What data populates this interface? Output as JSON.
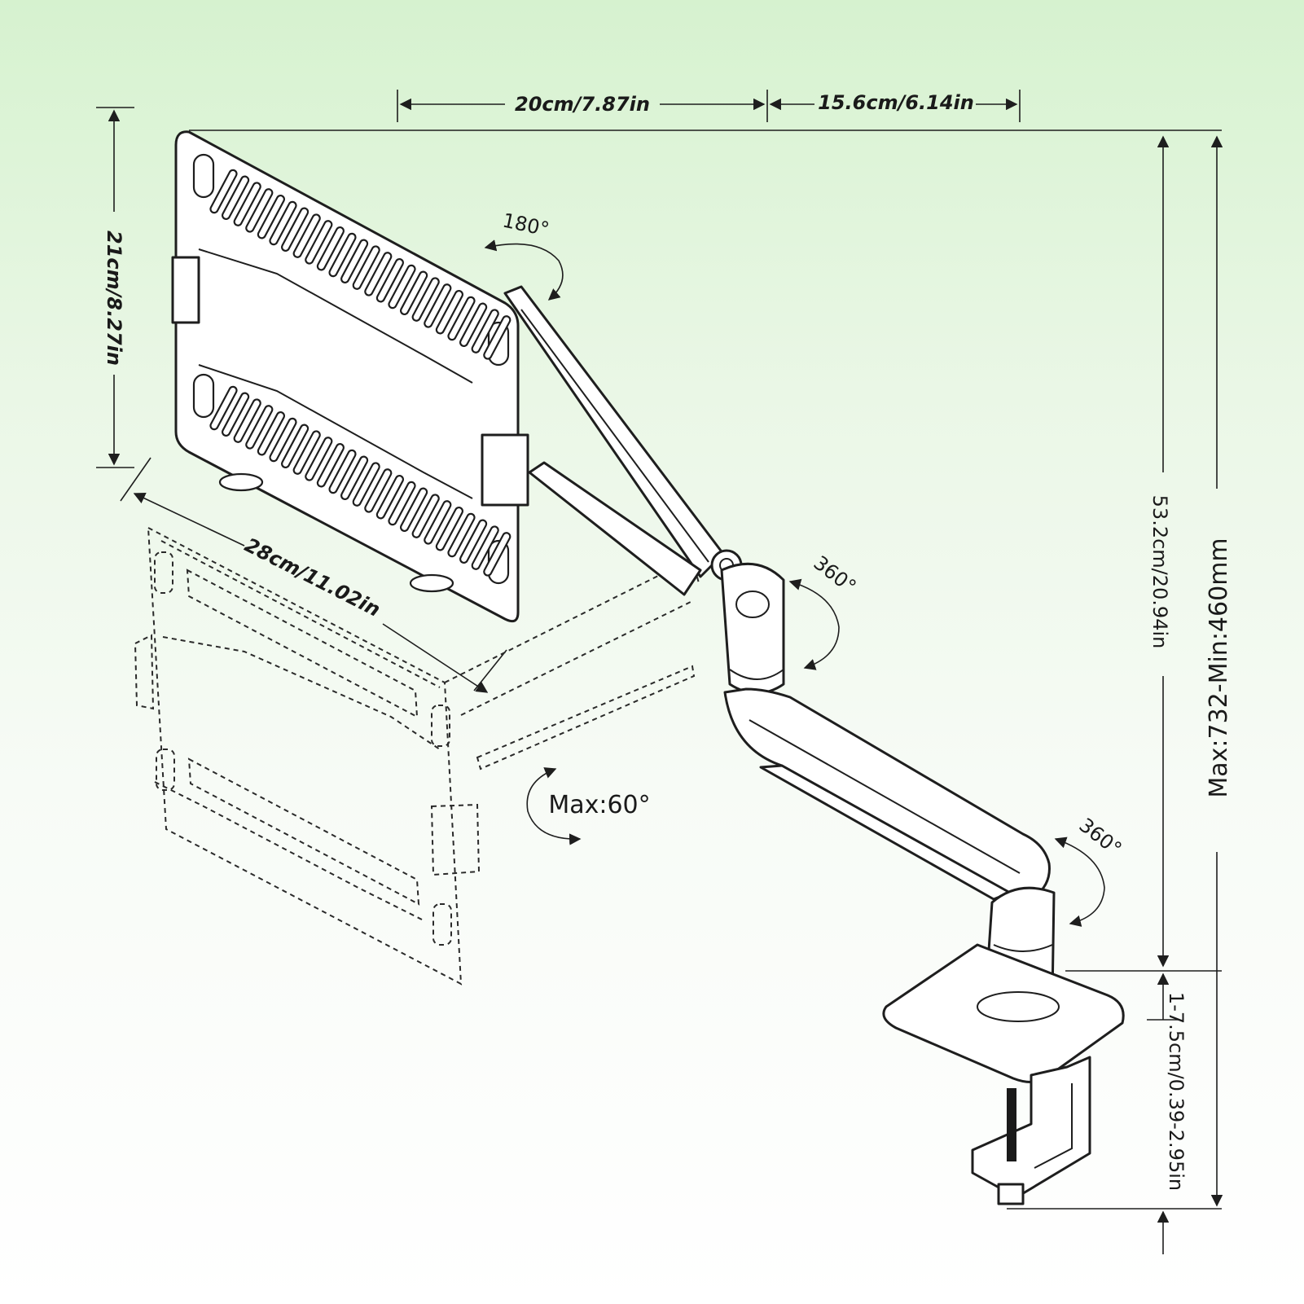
{
  "dimensions": {
    "plate_width": "20cm/7.87in",
    "arm_offset": "15.6cm/6.14in",
    "plate_height": "21cm/8.27in",
    "plate_depth": "28cm/11.02in",
    "pole_height": "53.2cm/20.94in",
    "height_range": "Max:732-Min:460mm",
    "clamp_range": "1-7.5cm/0.39-2.95in"
  },
  "rotations": {
    "plate_rotation": "180°",
    "elbow_rotation": "360°",
    "base_rotation": "360°",
    "tilt": "Max:60°"
  },
  "colors": {
    "background_top": "#d6f2cf",
    "background_bottom": "#ffffff",
    "line": "#1e1e1e",
    "clamp_screw": "#1a1a1a"
  }
}
